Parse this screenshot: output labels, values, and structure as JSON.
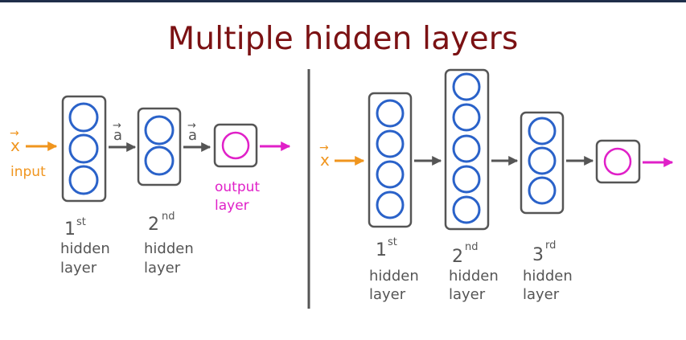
{
  "title": "Multiple hidden layers",
  "colors": {
    "title": "#7b1113",
    "input": "#f0951e",
    "output": "#e020c8",
    "neuron": "#2a62c9",
    "layer_box": "#555555",
    "arrow": "#555555",
    "divider": "#555555"
  },
  "left": {
    "input_var": "x",
    "input_label": "input",
    "activation_var": "a",
    "output_label_line1": "output",
    "output_label_line2": "layer",
    "layers": [
      {
        "ordinal": "1",
        "suffix": "st",
        "line1": "hidden",
        "line2": "layer",
        "neurons": 3
      },
      {
        "ordinal": "2",
        "suffix": "nd",
        "line1": "hidden",
        "line2": "layer",
        "neurons": 2
      }
    ],
    "output_neurons": 1
  },
  "right": {
    "input_var": "x",
    "layers": [
      {
        "ordinal": "1",
        "suffix": "st",
        "line1": "hidden",
        "line2": "layer",
        "neurons": 4
      },
      {
        "ordinal": "2",
        "suffix": "nd",
        "line1": "hidden",
        "line2": "layer",
        "neurons": 5
      },
      {
        "ordinal": "3",
        "suffix": "rd",
        "line1": "hidden",
        "line2": "layer",
        "neurons": 3
      }
    ],
    "output_neurons": 1
  }
}
